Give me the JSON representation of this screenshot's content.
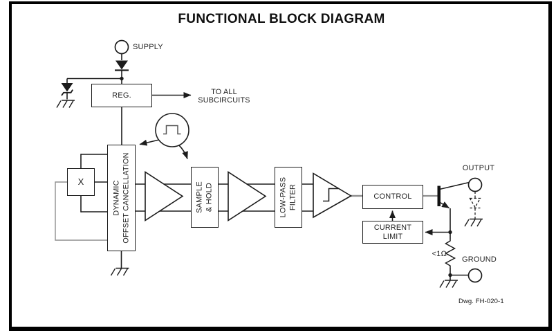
{
  "title": "FUNCTIONAL BLOCK DIAGRAM",
  "drawing_label": "Dwg. FH-020-1",
  "terminals": {
    "supply": "SUPPLY",
    "output": "OUTPUT",
    "ground": "GROUND"
  },
  "blocks": {
    "regulator": {
      "label": "REG."
    },
    "hall_plate": {
      "label": "X"
    },
    "dynamic_offset_cancellation": {
      "line1": "DYNAMIC",
      "line2": "OFFSET CANCELLATION"
    },
    "sample_hold": {
      "line1": "SAMPLE",
      "line2": "& HOLD"
    },
    "low_pass_filter": {
      "line1": "LOW-PASS",
      "line2": "FILTER"
    },
    "control": {
      "label": "CONTROL"
    },
    "current_limit": {
      "line1": "CURRENT",
      "line2": "LIMIT"
    }
  },
  "annotations": {
    "reg_output": {
      "line1": "TO ALL",
      "line2": "SUBCIRCUITS"
    },
    "sense_resistor_value": "<1Ω"
  },
  "symbols": [
    "supply-terminal",
    "blocking-diode",
    "zener-diode",
    "chassis-ground",
    "clock-oscillator",
    "square-wave",
    "amplifier",
    "schmitt-trigger",
    "hysteresis",
    "npn-transistor",
    "sense-resistor",
    "protection-diode",
    "output-terminal",
    "ground-terminal"
  ],
  "colors": {
    "line": "#1c1c1c",
    "gray_wire": "#8f8f8f",
    "frame": "#000000",
    "background": "#ffffff",
    "text": "#222222"
  }
}
